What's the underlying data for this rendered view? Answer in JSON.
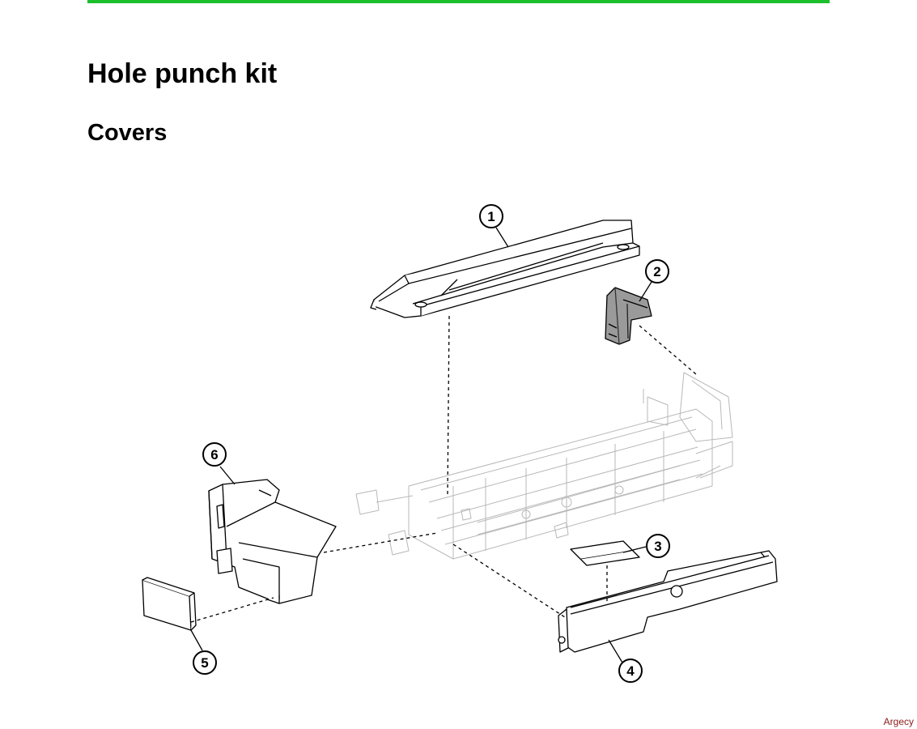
{
  "page": {
    "title": "Hole punch kit",
    "section": "Covers",
    "watermark": "Argecy",
    "accent_color": "#1dbf2c"
  },
  "diagram": {
    "callouts": [
      "1",
      "2",
      "3",
      "4",
      "5",
      "6"
    ]
  }
}
